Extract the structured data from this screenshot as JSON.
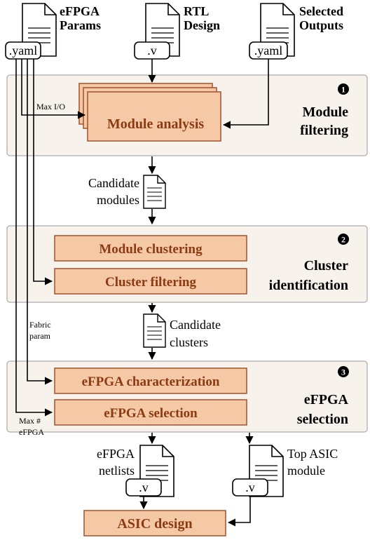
{
  "inputs": {
    "efpga_params": {
      "title_line1": "eFPGA",
      "title_line2": "Params",
      "tag": ".yaml"
    },
    "rtl_design": {
      "title_line1": "RTL",
      "title_line2": "Design",
      "tag": ".v"
    },
    "selected_outputs": {
      "title_line1": "Selected",
      "title_line2": "Outputs",
      "tag": ".yaml"
    }
  },
  "stages": [
    {
      "number": "1",
      "name_line1": "Module",
      "name_line2": "filtering",
      "boxes": [
        "Module analysis"
      ]
    },
    {
      "number": "2",
      "name_line1": "Cluster",
      "name_line2": "identification",
      "boxes": [
        "Module clustering",
        "Cluster filtering"
      ]
    },
    {
      "number": "3",
      "name_line1": "eFPGA",
      "name_line2": "selection",
      "boxes": [
        "eFPGA characterization",
        "eFPGA selection"
      ]
    }
  ],
  "edge_labels": {
    "max_io": "Max I/O",
    "fabric_param_line1": "Fabric",
    "fabric_param_line2": "param",
    "max_efpga_line1": "Max #",
    "max_efpga_line2": "eFPGA"
  },
  "intermediates": {
    "candidate_modules": {
      "line1": "Candidate",
      "line2": "modules"
    },
    "candidate_clusters": {
      "line1": "Candidate",
      "line2": "clusters"
    }
  },
  "outputs": {
    "efpga_netlists": {
      "line1": "eFPGA",
      "line2": "netlists",
      "tag": ".v"
    },
    "top_asic_module": {
      "line1": "Top ASIC",
      "line2": "module",
      "tag": ".v"
    }
  },
  "final": {
    "label": "ASIC design"
  },
  "colors": {
    "stage_bg": "#F8F2EC",
    "box_fill": "#F5C8A6",
    "box_border": "#A0522D",
    "box_text": "#8B3A12"
  }
}
